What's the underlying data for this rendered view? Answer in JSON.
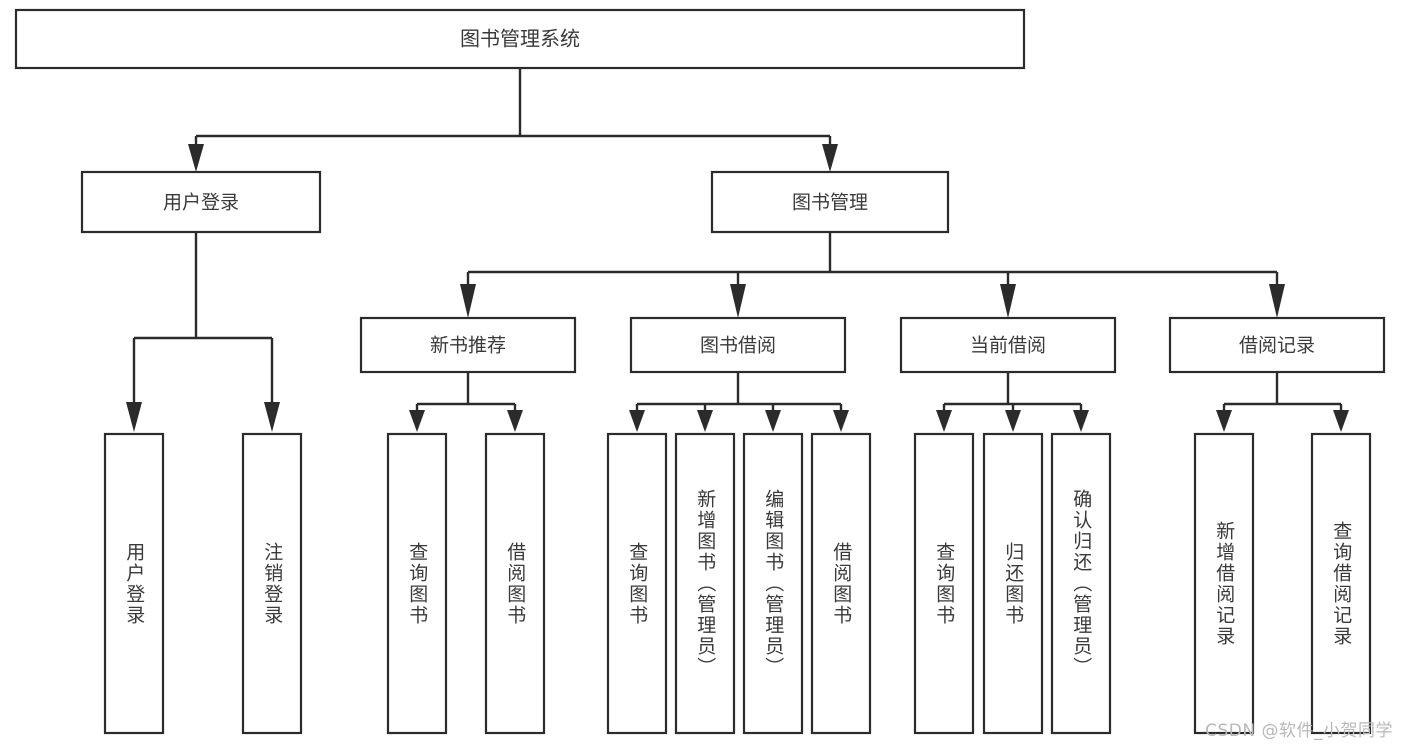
{
  "diagram": {
    "type": "hierarchy-tree",
    "title": "图书管理系统",
    "root": {
      "label": "图书管理系统",
      "children": [
        {
          "label": "用户登录",
          "children": [
            {
              "label": "用户登录"
            },
            {
              "label": "注销登录"
            }
          ]
        },
        {
          "label": "图书管理",
          "children": [
            {
              "label": "新书推荐",
              "children": [
                {
                  "label": "查询图书"
                },
                {
                  "label": "借阅图书"
                }
              ]
            },
            {
              "label": "图书借阅",
              "children": [
                {
                  "label": "查询图书"
                },
                {
                  "label": "新增图书（管理员）"
                },
                {
                  "label": "编辑图书（管理员）"
                },
                {
                  "label": "借阅图书"
                }
              ]
            },
            {
              "label": "当前借阅",
              "children": [
                {
                  "label": "查询图书"
                },
                {
                  "label": "归还图书"
                },
                {
                  "label": "确认归还（管理员）"
                }
              ]
            },
            {
              "label": "借阅记录",
              "children": [
                {
                  "label": "新增借阅记录"
                },
                {
                  "label": "查询借阅记录"
                }
              ]
            }
          ]
        }
      ]
    }
  },
  "labels": {
    "root": "图书管理系统",
    "l2_user_login": "用户登录",
    "l2_book_manage": "图书管理",
    "l3_new_book": "新书推荐",
    "l3_borrow": "图书借阅",
    "l3_current": "当前借阅",
    "l3_records": "借阅记录",
    "leaf_user_login": "用户登录",
    "leaf_logout": "注销登录",
    "leaf_query_book_a": "查询图书",
    "leaf_borrow_book_a": "借阅图书",
    "leaf_query_book_b": "查询图书",
    "leaf_add_book": "新增图书（管理员）",
    "leaf_edit_book": "编辑图书（管理员）",
    "leaf_borrow_book_b": "借阅图书",
    "leaf_query_book_c": "查询图书",
    "leaf_return_book": "归还图书",
    "leaf_confirm_return": "确认归还（管理员）",
    "leaf_add_record": "新增借阅记录",
    "leaf_query_record": "查询借阅记录"
  },
  "watermark": {
    "text": "CSDN @软件_小贺同学"
  },
  "colors": {
    "box_stroke": "#2b2b2b",
    "box_fill": "#ffffff",
    "text": "#3a3a3a",
    "connector": "#2b2b2b",
    "watermark": "#b8b8b8",
    "background": "#ffffff"
  }
}
